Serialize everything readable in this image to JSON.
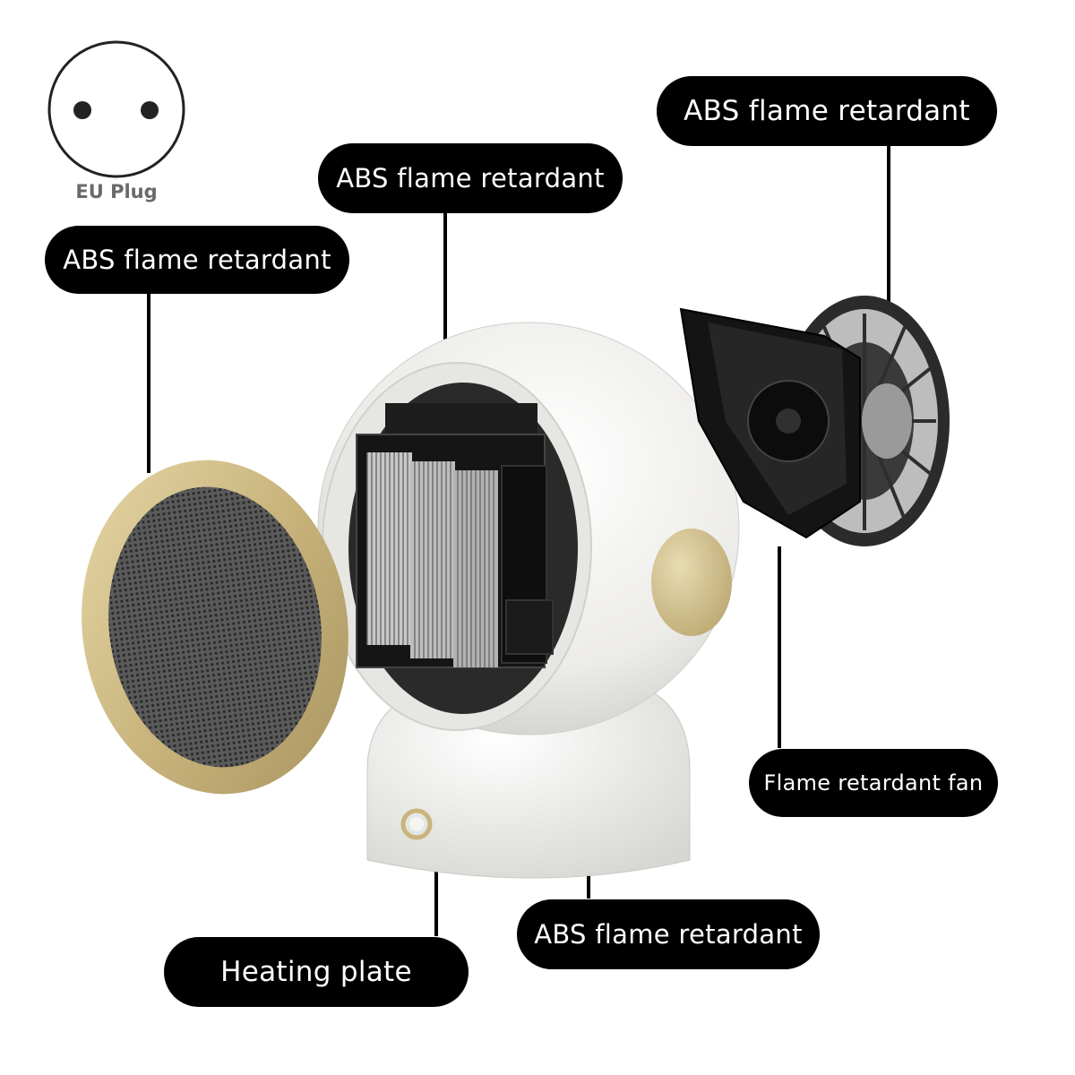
{
  "plug": {
    "label": "EU Plug"
  },
  "labels": {
    "top_left": "ABS flame retardant",
    "top_center": "ABS flame retardant",
    "top_right": "ABS flame retardant",
    "fan": "Flame retardant fan",
    "bottom_center": "ABS flame retardant",
    "heating": "Heating plate"
  },
  "colors": {
    "label_bg": "#000000",
    "label_text": "#ffffff",
    "gold": "#d4c08a",
    "body_white": "#efefec"
  }
}
